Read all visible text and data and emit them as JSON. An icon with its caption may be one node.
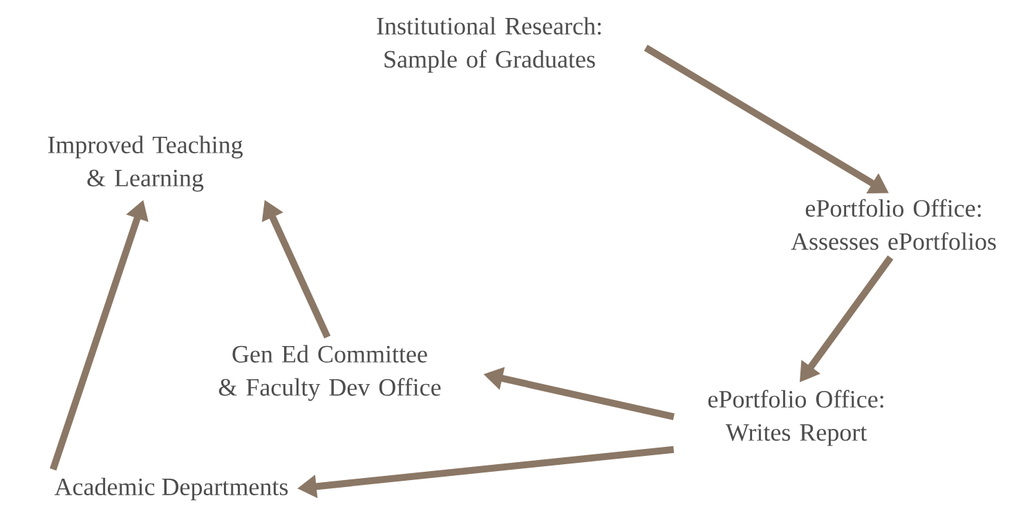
{
  "diagram": {
    "nodes": [
      {
        "text": [
          "Institutional Research: Sample of Graduates"
        ]
      },
      {
        "text": [
          "ePortfolio Office: Assesses ePortfolios"
        ]
      },
      {
        "text": [
          "ePortfolio Office: Writes Report"
        ]
      },
      {
        "text": [
          "Gen Ed Committee & Faculty Dev Office"
        ]
      },
      {
        "text": [
          "Improved Teaching & Learning"
        ]
      },
      {
        "text": [
          "Academic Departments"
        ]
      }
    ],
    "edges": [
      {
        "from": 0,
        "to": 1,
        "arrow": "to"
      },
      {
        "from": 1,
        "to": 2,
        "arrow": "to"
      },
      {
        "from": 2,
        "to": 3,
        "arrow": "to"
      },
      {
        "from": 2,
        "to": 5,
        "arrow": "to"
      },
      {
        "from": 3,
        "to": 4,
        "arrow": "to"
      },
      {
        "from": 5,
        "to": 4,
        "arrow": "to"
      }
    ]
  }
}
